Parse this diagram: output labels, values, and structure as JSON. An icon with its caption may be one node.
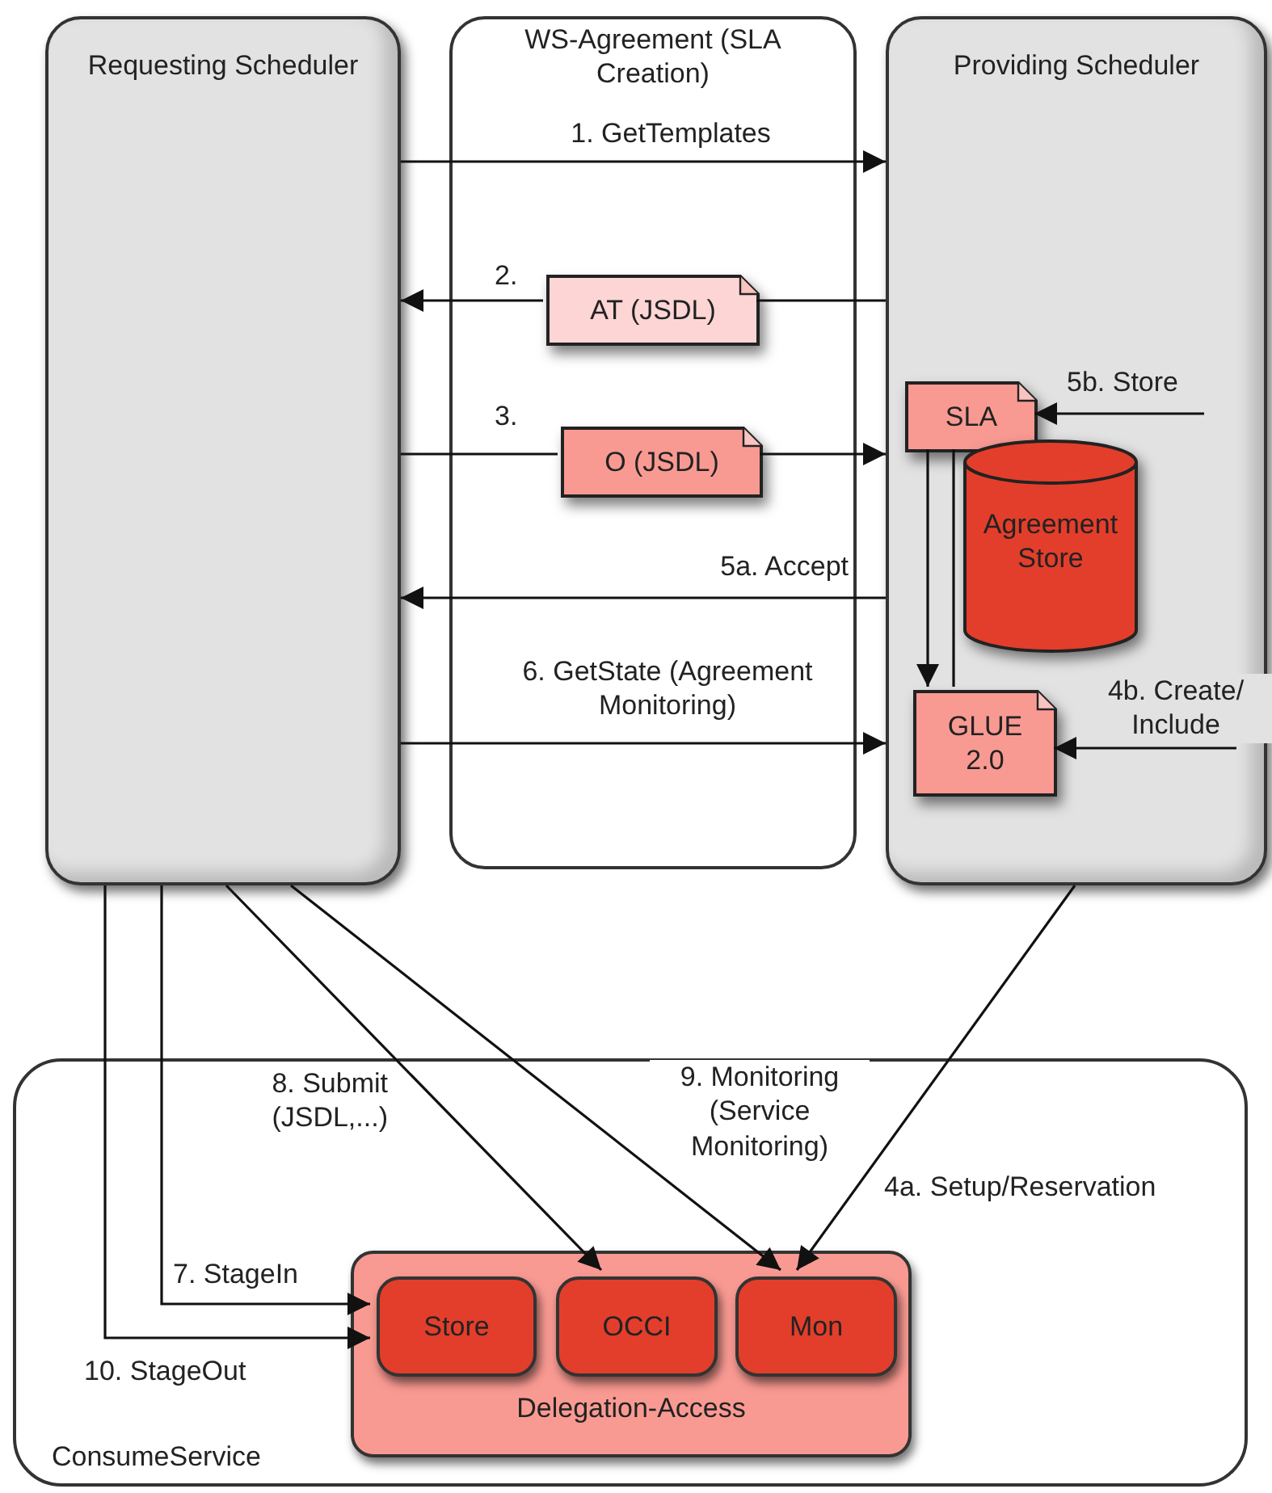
{
  "diagram": {
    "nodes": [
      {
        "text": [
          "Requesting Scheduler"
        ]
      },
      {
        "text": [
          "WS-Agreement (SLA Creation)"
        ]
      },
      {
        "text": [
          "Providing Scheduler"
        ]
      },
      {
        "text": [
          "AT (JSDL)"
        ],
        "in": 1
      },
      {
        "text": [
          "O (JSDL)"
        ],
        "in": 1
      },
      {
        "text": [
          "SLA"
        ],
        "in": 2
      },
      {
        "text": [
          "Agreement Store"
        ],
        "in": 2
      },
      {
        "text": [
          "GLUE 2.0"
        ],
        "in": 2
      },
      {
        "text": [
          "ConsumeService"
        ]
      },
      {
        "text": [
          "Delegation-Access"
        ],
        "in": 8
      },
      {
        "text": [
          "Store"
        ],
        "in": 9
      },
      {
        "text": [
          "OCCI"
        ],
        "in": 9
      },
      {
        "text": [
          "Mon"
        ],
        "in": 9
      }
    ],
    "edges": [
      {
        "from": 0,
        "to": 2,
        "arrow": "to",
        "label": "1. GetTemplates"
      },
      {
        "from": 2,
        "to": 3,
        "arrow": "none"
      },
      {
        "from": 3,
        "to": 0,
        "arrow": "to",
        "label": "2."
      },
      {
        "from": 0,
        "to": 4,
        "arrow": "none",
        "label": "3."
      },
      {
        "from": 4,
        "to": 2,
        "arrow": "to"
      },
      {
        "from": 2,
        "to": 0,
        "arrow": "to",
        "label": "5a. Accept"
      },
      {
        "from": 0,
        "to": 2,
        "arrow": "to",
        "label": "6. GetState (Agreement Monitoring)"
      },
      {
        "from": null,
        "to": 5,
        "arrow": "to",
        "label": "5b. Store"
      },
      {
        "from": 5,
        "to": 7,
        "arrow": "to"
      },
      {
        "from": 5,
        "to": 7,
        "arrow": "none"
      },
      {
        "from": null,
        "to": 7,
        "arrow": "to",
        "label": "4b. Create/ Include"
      },
      {
        "from": 2,
        "to": 12,
        "arrow": "to",
        "label": "4a. Setup/Reservation"
      },
      {
        "from": 0,
        "to": 11,
        "arrow": "to",
        "label": "8. Submit (JSDL,...)"
      },
      {
        "from": 0,
        "to": 12,
        "arrow": "to",
        "label": "9. Monitoring (Service Monitoring)"
      },
      {
        "from": 0,
        "to": 10,
        "arrow": "to",
        "label": "7. StageIn"
      },
      {
        "from": 0,
        "to": 10,
        "arrow": "to",
        "label": "10. StageOut"
      }
    ]
  }
}
